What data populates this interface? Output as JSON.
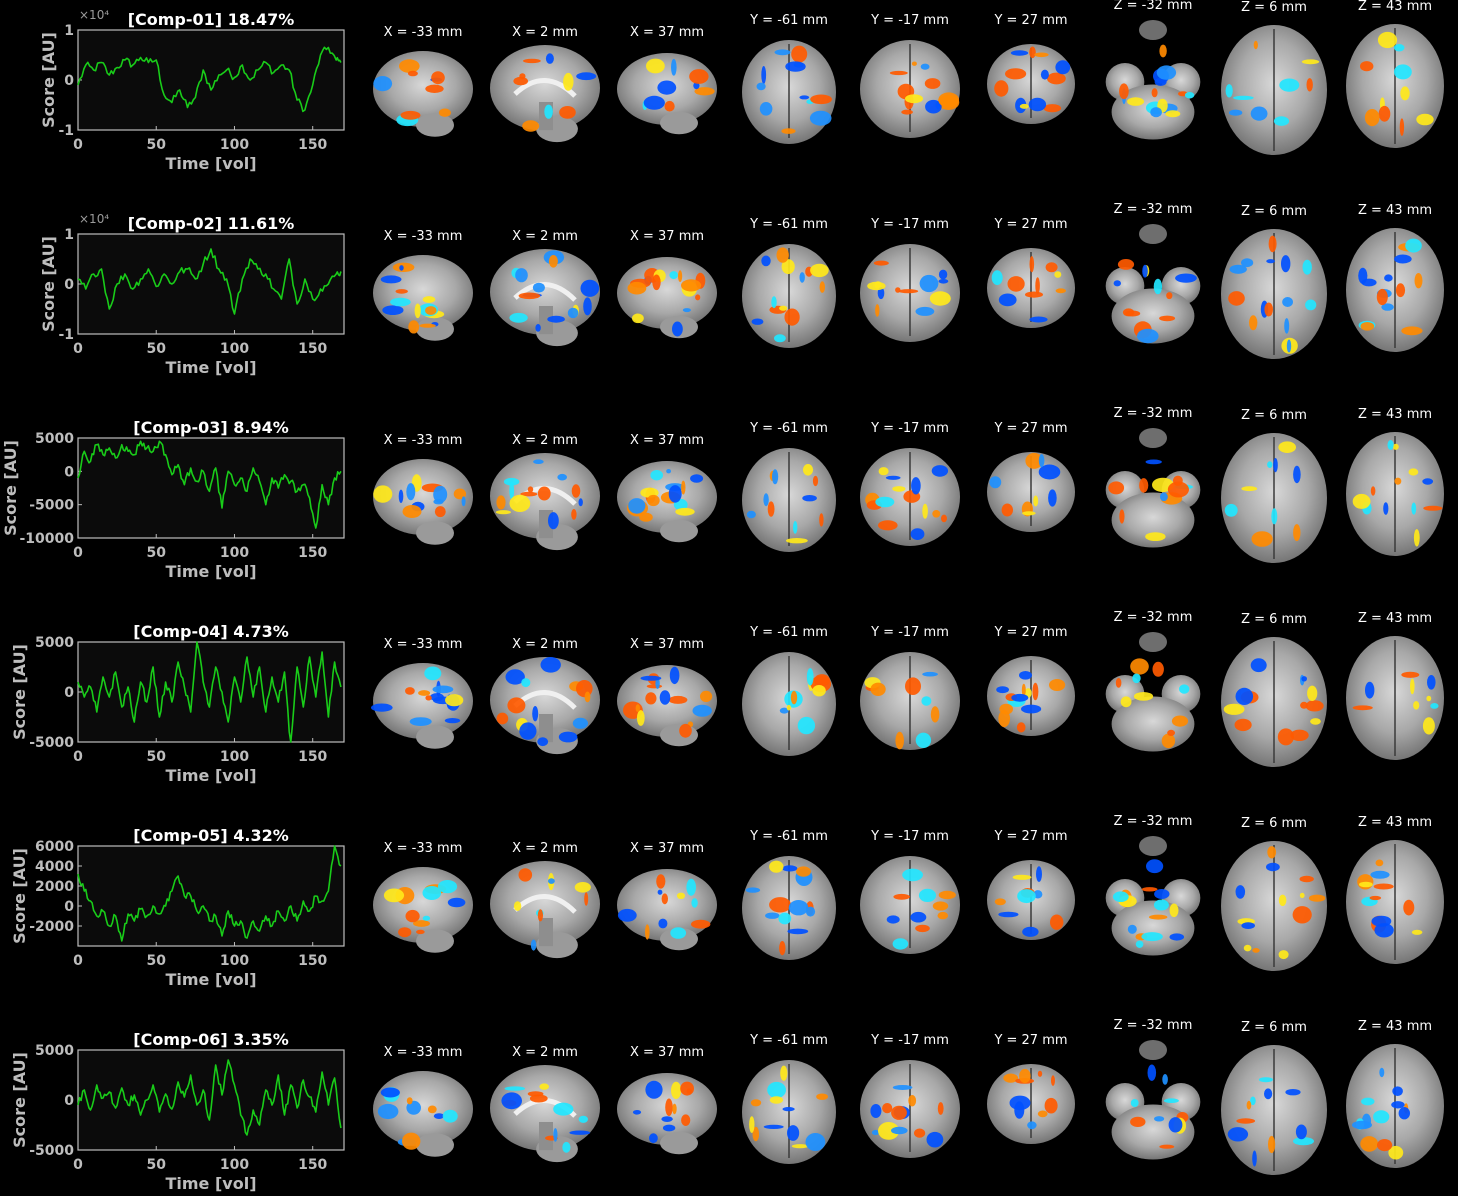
{
  "colors": {
    "background": "#000000",
    "axes_bg": "#0b0b0b",
    "axes_edge": "#bdbdbd",
    "line": "#19cc19",
    "brain_gray": "#b4b4b4",
    "positive_low": "#ff5a00",
    "positive_high": "#ffe81a",
    "negative_low": "#0050ff",
    "negative_high": "#22e6ff"
  },
  "slice_labels": [
    "X = -33 mm",
    "X = 2 mm",
    "X = 37 mm",
    "Y = -61 mm",
    "Y = -17 mm",
    "Y = 27 mm",
    "Z = -32 mm",
    "Z = 6 mm",
    "Z = 43 mm"
  ],
  "chart_data": [
    {
      "type": "line",
      "title": "[Comp-01] 18.47%",
      "xlabel": "Time [vol]",
      "ylabel": "Score [AU]",
      "xlim": [
        0,
        170
      ],
      "xticks": [
        0,
        50,
        100,
        150
      ],
      "ylim": [
        -1,
        1
      ],
      "yticks": [
        -1,
        0,
        1
      ],
      "ytick_labels": [
        "-1",
        "0",
        "1"
      ],
      "y_exponent": "×10⁴",
      "series": [
        {
          "x": [
            0,
            5,
            10,
            15,
            20,
            25,
            30,
            35,
            40,
            45,
            50,
            55,
            60,
            65,
            70,
            75,
            80,
            85,
            90,
            95,
            100,
            105,
            110,
            115,
            120,
            125,
            130,
            135,
            140,
            145,
            150,
            155,
            160,
            165,
            168
          ],
          "values": [
            -0.1,
            0.3,
            0.2,
            0.35,
            0.1,
            0.25,
            0.4,
            0.3,
            0.45,
            0.35,
            0.4,
            -0.3,
            -0.45,
            -0.2,
            -0.55,
            -0.35,
            0.2,
            -0.2,
            0.1,
            0.2,
            0.05,
            0.3,
            0.0,
            0.2,
            0.35,
            0.15,
            0.3,
            0.2,
            -0.4,
            -0.6,
            -0.1,
            0.5,
            0.65,
            0.4,
            0.35
          ]
        }
      ]
    },
    {
      "type": "line",
      "title": "[Comp-02] 11.61%",
      "xlabel": "Time [vol]",
      "ylabel": "Score [AU]",
      "xlim": [
        0,
        170
      ],
      "xticks": [
        0,
        50,
        100,
        150
      ],
      "ylim": [
        -1,
        1
      ],
      "yticks": [
        -1,
        0,
        1
      ],
      "ytick_labels": [
        "-1",
        "0",
        "1"
      ],
      "y_exponent": "×10⁴",
      "series": [
        {
          "x": [
            0,
            5,
            10,
            15,
            20,
            25,
            30,
            35,
            40,
            45,
            50,
            55,
            60,
            65,
            70,
            75,
            80,
            85,
            90,
            95,
            100,
            105,
            110,
            115,
            120,
            125,
            130,
            135,
            140,
            145,
            150,
            155,
            160,
            165,
            168
          ],
          "values": [
            0.1,
            -0.1,
            0.2,
            0.3,
            -0.5,
            0.0,
            0.2,
            -0.1,
            0.1,
            0.3,
            -0.05,
            0.2,
            0.0,
            0.25,
            0.3,
            0.1,
            0.4,
            0.7,
            0.3,
            0.1,
            -0.6,
            0.1,
            0.5,
            0.3,
            0.2,
            -0.1,
            -0.3,
            0.5,
            -0.4,
            0.1,
            -0.3,
            -0.1,
            0.0,
            0.2,
            0.25
          ]
        }
      ]
    },
    {
      "type": "line",
      "title": "[Comp-03] 8.94%",
      "xlabel": "Time [vol]",
      "ylabel": "Score [AU]",
      "xlim": [
        0,
        170
      ],
      "xticks": [
        0,
        50,
        100,
        150
      ],
      "ylim": [
        -10000,
        5000
      ],
      "yticks": [
        -10000,
        -5000,
        0,
        5000
      ],
      "ytick_labels": [
        "-10000",
        "-5000",
        "0",
        "5000"
      ],
      "y_exponent": "",
      "series": [
        {
          "x": [
            0,
            4,
            8,
            12,
            16,
            20,
            24,
            28,
            32,
            36,
            40,
            44,
            48,
            52,
            56,
            60,
            64,
            68,
            72,
            76,
            80,
            84,
            88,
            92,
            96,
            100,
            104,
            108,
            112,
            116,
            120,
            124,
            128,
            132,
            136,
            140,
            144,
            148,
            152,
            156,
            160,
            164,
            168
          ],
          "values": [
            -1000,
            3000,
            1500,
            4000,
            2500,
            3500,
            2000,
            4000,
            3000,
            2500,
            4500,
            3500,
            3000,
            4500,
            2500,
            -500,
            1000,
            -2000,
            500,
            -1500,
            0,
            -3000,
            500,
            -5500,
            0,
            -2000,
            -1000,
            -3000,
            500,
            -1500,
            -5000,
            -1000,
            -2500,
            -500,
            -1500,
            -3000,
            -2000,
            -4000,
            -8500,
            -2000,
            -5000,
            -1000,
            0
          ]
        }
      ]
    },
    {
      "type": "line",
      "title": "[Comp-04] 4.73%",
      "xlabel": "Time [vol]",
      "ylabel": "Score [AU]",
      "xlim": [
        0,
        170
      ],
      "xticks": [
        0,
        50,
        100,
        150
      ],
      "ylim": [
        -5000,
        5000
      ],
      "yticks": [
        -5000,
        0,
        5000
      ],
      "ytick_labels": [
        "-5000",
        "0",
        "5000"
      ],
      "y_exponent": "",
      "series": [
        {
          "x": [
            0,
            4,
            8,
            12,
            16,
            20,
            24,
            28,
            32,
            36,
            40,
            44,
            48,
            52,
            56,
            60,
            64,
            68,
            72,
            76,
            80,
            84,
            88,
            92,
            96,
            100,
            104,
            108,
            112,
            116,
            120,
            124,
            128,
            132,
            136,
            140,
            144,
            148,
            152,
            156,
            160,
            164,
            168
          ],
          "values": [
            1000,
            -500,
            500,
            -2000,
            1500,
            -500,
            2000,
            -1500,
            500,
            -3000,
            1000,
            -1000,
            2500,
            -2500,
            1000,
            -1000,
            3000,
            500,
            -2000,
            5500,
            1000,
            -1500,
            2500,
            0,
            -3000,
            1500,
            -1000,
            3500,
            -500,
            2500,
            -2000,
            1500,
            -1000,
            2000,
            -5500,
            2500,
            -1500,
            3500,
            -500,
            4000,
            -2500,
            3000,
            500
          ]
        }
      ]
    },
    {
      "type": "line",
      "title": "[Comp-05] 4.32%",
      "xlabel": "Time [vol]",
      "ylabel": "Score [AU]",
      "xlim": [
        0,
        170
      ],
      "xticks": [
        0,
        50,
        100,
        150
      ],
      "ylim": [
        -4000,
        6000
      ],
      "yticks": [
        -2000,
        0,
        2000,
        4000,
        6000
      ],
      "ytick_labels": [
        "-2000",
        "0",
        "2000",
        "4000",
        "6000"
      ],
      "y_exponent": "",
      "series": [
        {
          "x": [
            0,
            4,
            8,
            12,
            16,
            20,
            24,
            28,
            32,
            36,
            40,
            44,
            48,
            52,
            56,
            60,
            64,
            68,
            72,
            76,
            80,
            84,
            88,
            92,
            96,
            100,
            104,
            108,
            112,
            116,
            120,
            124,
            128,
            132,
            136,
            140,
            144,
            148,
            152,
            156,
            160,
            164,
            168
          ],
          "values": [
            3200,
            1500,
            500,
            -1000,
            -500,
            -2000,
            -1000,
            -3500,
            -800,
            -1500,
            -300,
            -1000,
            0,
            -800,
            0,
            1500,
            3000,
            1000,
            1000,
            -500,
            0,
            -1500,
            -1000,
            -3000,
            -500,
            -2000,
            -1500,
            -3200,
            -1500,
            -2500,
            -1000,
            -2000,
            -500,
            -1500,
            0,
            -1500,
            500,
            -500,
            1000,
            500,
            1500,
            6000,
            4000
          ]
        }
      ]
    },
    {
      "type": "line",
      "title": "[Comp-06] 3.35%",
      "xlabel": "Time [vol]",
      "ylabel": "Score [AU]",
      "xlim": [
        0,
        170
      ],
      "xticks": [
        0,
        50,
        100,
        150
      ],
      "ylim": [
        -5000,
        5000
      ],
      "yticks": [
        -5000,
        0,
        5000
      ],
      "ytick_labels": [
        "-5000",
        "0",
        "5000"
      ],
      "y_exponent": "",
      "series": [
        {
          "x": [
            0,
            4,
            8,
            12,
            16,
            20,
            24,
            28,
            32,
            36,
            40,
            44,
            48,
            52,
            56,
            60,
            64,
            68,
            72,
            76,
            80,
            84,
            88,
            92,
            96,
            100,
            104,
            108,
            112,
            116,
            120,
            124,
            128,
            132,
            136,
            140,
            144,
            148,
            152,
            156,
            160,
            164,
            168
          ],
          "values": [
            -500,
            1000,
            -1000,
            1500,
            200,
            800,
            -800,
            1200,
            -500,
            500,
            -1500,
            0,
            1500,
            -1200,
            600,
            -900,
            1800,
            300,
            2500,
            -500,
            1000,
            -2000,
            3500,
            500,
            4000,
            1500,
            -1500,
            -3500,
            -1000,
            -2500,
            1000,
            -500,
            2500,
            -1500,
            1500,
            -800,
            2000,
            300,
            -1200,
            2800,
            -500,
            2200,
            -2800
          ]
        }
      ]
    }
  ]
}
